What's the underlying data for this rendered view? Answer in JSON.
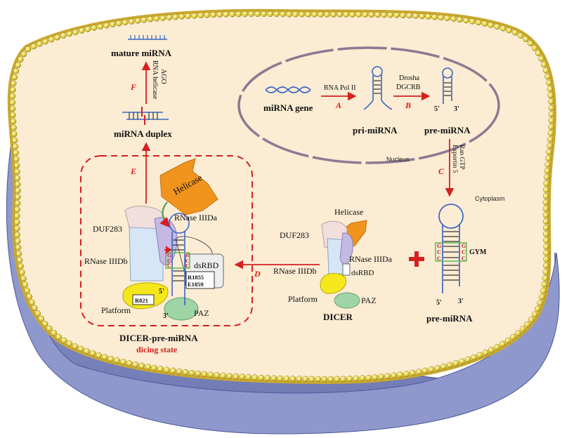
{
  "steps": {
    "a": "A",
    "b": "B",
    "c": "C",
    "d": "D",
    "e": "E",
    "f": "F"
  },
  "nucleus": {
    "label": "Nucleus",
    "mirna_gene": "miRNA gene",
    "rna_pol": "RNA Pol II",
    "pri_mirna": "pri-miRNA",
    "drosha": "Drosha",
    "dgcrb": "DGCRB",
    "pre_mirna": "pre-miRNA",
    "five_prime": "5'",
    "three_prime": "3'"
  },
  "export": {
    "ran_gtp": "Ran GTP",
    "exportin": "Exportin 5"
  },
  "cytoplasm": {
    "label": "Cytoplasm",
    "pre_mirna": "pre-miRNA",
    "gym": "GYM",
    "five_prime": "5'",
    "three_prime": "3'",
    "plus": "+",
    "g1": "G",
    "c1": "C",
    "c2": "C",
    "g2": "G",
    "c3": "C",
    "c4": "C"
  },
  "dicer": {
    "name": "DICER",
    "helicase": "Helicase",
    "duf283": "DUF283",
    "rnase_a": "RNase IIIDa",
    "rnase_b": "RNase IIIDb",
    "dsrbd": "dsRBD",
    "platform": "Platform",
    "paz": "PAZ"
  },
  "complex": {
    "helicase": "Helicase",
    "duf283": "DUF283",
    "rnase_a": "RNase IIIDa",
    "rnase_b": "RNase IIIDb",
    "dsrbd": "dsRBD",
    "r1855": "R1855",
    "e1859": "E1859",
    "r821": "R821",
    "platform": "Platform",
    "paz": "PAZ",
    "five_prime": "5'",
    "three_prime": "3'",
    "title": "DICER-pre-miRNA",
    "state": "dicing state",
    "g": "G",
    "c1": "C",
    "c2": "C",
    "g2": "G",
    "c3": "C",
    "c4": "C"
  },
  "top": {
    "mature": "mature miRNA",
    "duplex": "miRNA  duplex",
    "ago": "AGO",
    "helicase": "RNA helicase"
  }
}
